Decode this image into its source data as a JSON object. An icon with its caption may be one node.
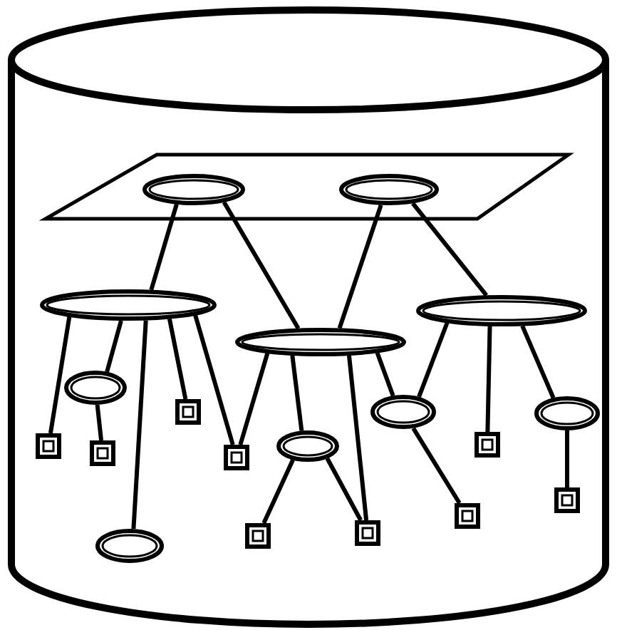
{
  "diagram": {
    "nodes": [
      {
        "text": [],
        "shape": "cylinder"
      },
      {
        "text": [],
        "shape": "parallelogram",
        "in": 0
      },
      {
        "text": [],
        "shape": "ellipse",
        "in": 1
      },
      {
        "text": [],
        "shape": "ellipse",
        "in": 1
      },
      {
        "text": [],
        "shape": "ellipse",
        "in": 0
      },
      {
        "text": [],
        "shape": "ellipse",
        "in": 0
      },
      {
        "text": [],
        "shape": "ellipse",
        "in": 0
      },
      {
        "text": [],
        "shape": "ellipse",
        "in": 0
      },
      {
        "text": [],
        "shape": "box",
        "in": 0
      },
      {
        "text": [],
        "shape": "ellipse",
        "in": 0
      },
      {
        "text": [],
        "shape": "ellipse",
        "in": 0
      },
      {
        "text": [],
        "shape": "ellipse",
        "in": 0
      },
      {
        "text": [],
        "shape": "box",
        "in": 0
      },
      {
        "text": [],
        "shape": "box",
        "in": 0
      },
      {
        "text": [],
        "shape": "box",
        "in": 0
      },
      {
        "text": [],
        "shape": "box",
        "in": 0
      },
      {
        "text": [],
        "shape": "box",
        "in": 0
      },
      {
        "text": [],
        "shape": "box",
        "in": 0
      },
      {
        "text": [],
        "shape": "box",
        "in": 0
      },
      {
        "text": [],
        "shape": "box",
        "in": 0
      },
      {
        "text": [],
        "shape": "ellipse",
        "in": 0
      }
    ],
    "edges": [
      {
        "from": 2,
        "to": 4,
        "arrow": "none"
      },
      {
        "from": 2,
        "to": 5,
        "arrow": "none"
      },
      {
        "from": 3,
        "to": 5,
        "arrow": "none"
      },
      {
        "from": 3,
        "to": 6,
        "arrow": "none"
      },
      {
        "from": 4,
        "to": 13,
        "arrow": "none"
      },
      {
        "from": 4,
        "to": 7,
        "arrow": "none"
      },
      {
        "from": 4,
        "to": 20,
        "arrow": "none"
      },
      {
        "from": 4,
        "to": 8,
        "arrow": "none"
      },
      {
        "from": 4,
        "to": 15,
        "arrow": "none"
      },
      {
        "from": 7,
        "to": 14,
        "arrow": "none"
      },
      {
        "from": 5,
        "to": 15,
        "arrow": "none"
      },
      {
        "from": 5,
        "to": 11,
        "arrow": "none"
      },
      {
        "from": 5,
        "to": 18,
        "arrow": "none"
      },
      {
        "from": 5,
        "to": 9,
        "arrow": "none"
      },
      {
        "from": 11,
        "to": 18,
        "arrow": "none"
      },
      {
        "from": 11,
        "to": 19,
        "arrow": "none"
      },
      {
        "from": 6,
        "to": 9,
        "arrow": "none"
      },
      {
        "from": 6,
        "to": 12,
        "arrow": "none"
      },
      {
        "from": 6,
        "to": 10,
        "arrow": "none"
      },
      {
        "from": 9,
        "to": 17,
        "arrow": "none"
      },
      {
        "from": 10,
        "to": 16,
        "arrow": "none"
      }
    ]
  }
}
